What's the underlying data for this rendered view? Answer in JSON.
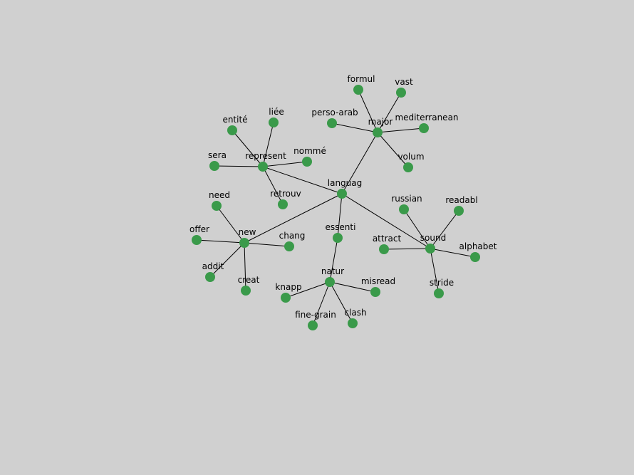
{
  "graph": {
    "node_color": "#3a9a4a",
    "edge_color": "#000000",
    "background": "#d0d0d0",
    "nodes": [
      {
        "id": "languag",
        "label": "languag"
      },
      {
        "id": "major",
        "label": "major"
      },
      {
        "id": "formul",
        "label": "formul"
      },
      {
        "id": "vast",
        "label": "vast"
      },
      {
        "id": "perso-arab",
        "label": "perso-arab"
      },
      {
        "id": "mediterranean",
        "label": "mediterranean"
      },
      {
        "id": "volum",
        "label": "volum"
      },
      {
        "id": "represent",
        "label": "represent"
      },
      {
        "id": "entite",
        "label": "entité"
      },
      {
        "id": "liee",
        "label": "liée"
      },
      {
        "id": "sera",
        "label": "sera"
      },
      {
        "id": "nomme",
        "label": "nommé"
      },
      {
        "id": "retrouv",
        "label": "retrouv"
      },
      {
        "id": "new",
        "label": "new"
      },
      {
        "id": "need",
        "label": "need"
      },
      {
        "id": "offer",
        "label": "offer"
      },
      {
        "id": "chang",
        "label": "chang"
      },
      {
        "id": "addit",
        "label": "addit"
      },
      {
        "id": "creat",
        "label": "creat"
      },
      {
        "id": "essenti",
        "label": "essenti"
      },
      {
        "id": "natur",
        "label": "natur"
      },
      {
        "id": "knapp",
        "label": "knapp"
      },
      {
        "id": "misread",
        "label": "misread"
      },
      {
        "id": "fine-grain",
        "label": "fine-grain"
      },
      {
        "id": "clash",
        "label": "clash"
      },
      {
        "id": "sound",
        "label": "sound"
      },
      {
        "id": "russian",
        "label": "russian"
      },
      {
        "id": "readabl",
        "label": "readabl"
      },
      {
        "id": "attract",
        "label": "attract"
      },
      {
        "id": "alphabet",
        "label": "alphabet"
      },
      {
        "id": "stride",
        "label": "stride"
      }
    ],
    "edges": [
      [
        "languag",
        "major"
      ],
      [
        "languag",
        "represent"
      ],
      [
        "languag",
        "new"
      ],
      [
        "languag",
        "essenti"
      ],
      [
        "languag",
        "sound"
      ],
      [
        "major",
        "formul"
      ],
      [
        "major",
        "vast"
      ],
      [
        "major",
        "perso-arab"
      ],
      [
        "major",
        "mediterranean"
      ],
      [
        "major",
        "volum"
      ],
      [
        "represent",
        "entite"
      ],
      [
        "represent",
        "liee"
      ],
      [
        "represent",
        "sera"
      ],
      [
        "represent",
        "nomme"
      ],
      [
        "represent",
        "retrouv"
      ],
      [
        "new",
        "need"
      ],
      [
        "new",
        "offer"
      ],
      [
        "new",
        "chang"
      ],
      [
        "new",
        "addit"
      ],
      [
        "new",
        "creat"
      ],
      [
        "essenti",
        "natur"
      ],
      [
        "natur",
        "knapp"
      ],
      [
        "natur",
        "misread"
      ],
      [
        "natur",
        "fine-grain"
      ],
      [
        "natur",
        "clash"
      ],
      [
        "sound",
        "russian"
      ],
      [
        "sound",
        "readabl"
      ],
      [
        "sound",
        "attract"
      ],
      [
        "sound",
        "alphabet"
      ],
      [
        "sound",
        "stride"
      ]
    ]
  }
}
